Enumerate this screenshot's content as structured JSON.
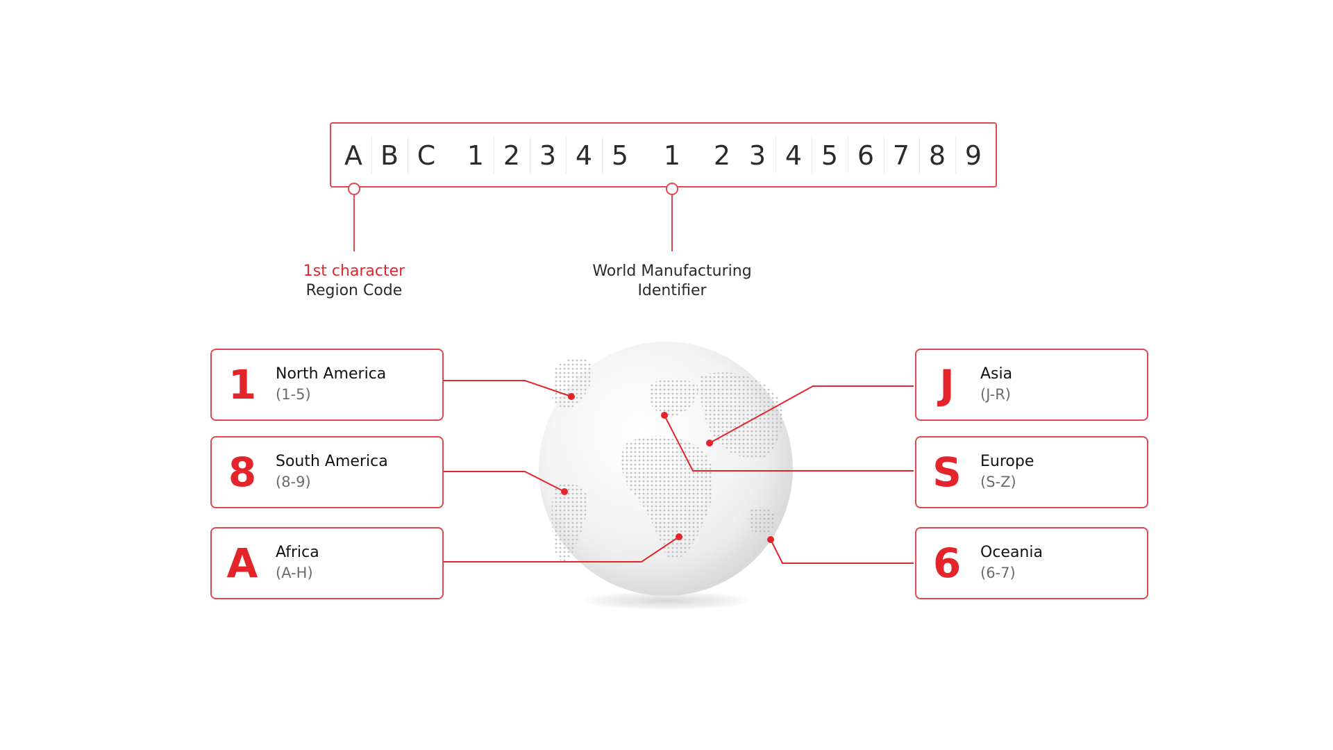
{
  "vin": {
    "characters": [
      "A",
      "B",
      "C",
      "1",
      "2",
      "3",
      "4",
      "5",
      "1",
      "2",
      "3",
      "4",
      "5",
      "6",
      "7",
      "8",
      "9"
    ]
  },
  "labels": {
    "region": {
      "accent": "1st character",
      "text": "Region Code"
    },
    "wmi": {
      "line1": "World Manufacturing",
      "line2": "Identifier"
    }
  },
  "regions": [
    {
      "code": "1",
      "name": "North America",
      "range": "(1-5)"
    },
    {
      "code": "8",
      "name": "South America",
      "range": "(8-9)"
    },
    {
      "code": "A",
      "name": "Africa",
      "range": "(A-H)"
    },
    {
      "code": "J",
      "name": "Asia",
      "range": "(J-R)"
    },
    {
      "code": "S",
      "name": "Europe",
      "range": "(S-Z)"
    },
    {
      "code": "6",
      "name": "Oceania",
      "range": "(6-7)"
    }
  ],
  "colors": {
    "accent": "#e3242b",
    "border": "#e0474f",
    "text": "#1a1a1a",
    "muted": "#6b6b6b"
  },
  "icons": {
    "globe": "globe-icon"
  }
}
